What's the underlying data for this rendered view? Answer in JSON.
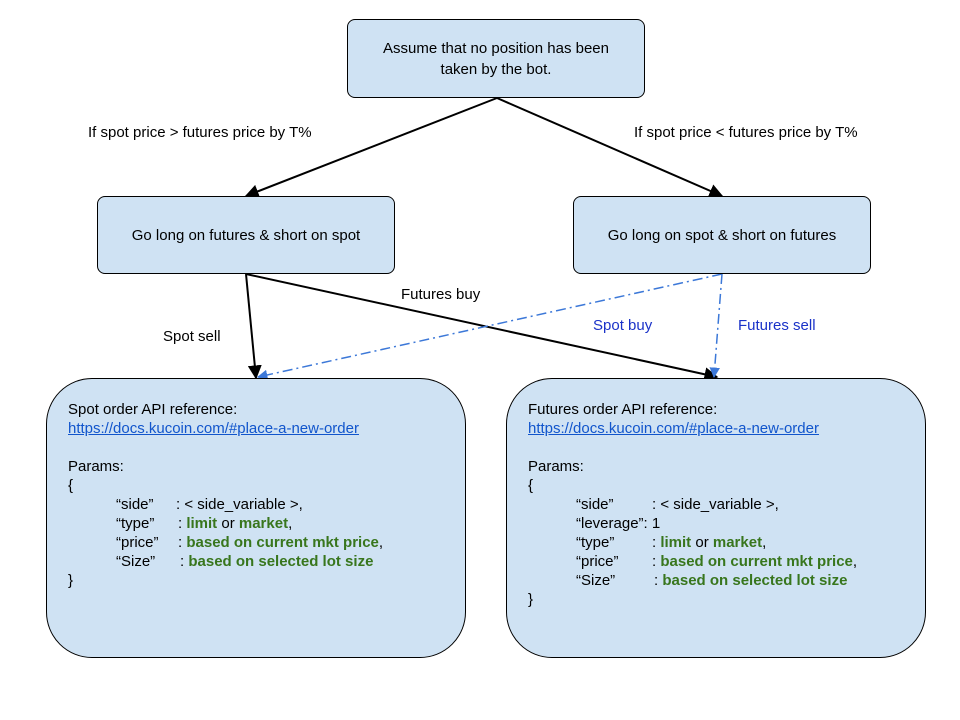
{
  "nodes": {
    "root": "Assume that no position has been taken by the bot.",
    "left": "Go long on futures & short on spot",
    "right": "Go long on spot & short on futures"
  },
  "edge_labels": {
    "root_left": "If spot price > futures price by T%",
    "root_right": "If spot price < futures price by T%",
    "spot_sell": "Spot sell",
    "futures_buy": "Futures buy",
    "spot_buy": "Spot buy",
    "futures_sell": "Futures sell"
  },
  "spot_box": {
    "title": "Spot order API reference:",
    "link": "https://docs.kucoin.com/#place-a-new-order",
    "params_label": "Params:",
    "open_brace": "{",
    "side_key": "“side”",
    "side_sep": ": ",
    "side_val": "< side_variable >,",
    "type_key": "“type”",
    "type_sep": ": ",
    "type_val1": "limit",
    "type_mid": " or ",
    "type_val2": "market",
    "type_end": ",",
    "price_key": "“price”",
    "price_sep": ": ",
    "price_val": "based on current mkt price",
    "price_end": ",",
    "size_key": "“Size”",
    "size_sep": ": ",
    "size_val": "based on selected lot size",
    "close_brace": "}"
  },
  "futures_box": {
    "title": "Futures order API reference:",
    "link": "https://docs.kucoin.com/#place-a-new-order",
    "params_label": "Params:",
    "open_brace": "{",
    "side_key": "“side”",
    "side_sep": ": ",
    "side_val": "< side_variable >,",
    "leverage_key": "“leverage”",
    "leverage_sep": ": ",
    "leverage_val": "1",
    "type_key": "“type”",
    "type_sep": ": ",
    "type_val1": "limit",
    "type_mid": " or ",
    "type_val2": "market",
    "type_end": ",",
    "price_key": "“price”",
    "price_sep": ": ",
    "price_val": "based on current mkt price",
    "price_end": ",",
    "size_key": "“Size”",
    "size_sep": ": ",
    "size_val": "based on selected lot size",
    "close_brace": "}"
  },
  "colors": {
    "box_fill": "#cfe2f3",
    "link": "#1155cc",
    "param_value": "#38761d",
    "dashed_edge": "#3c78d8",
    "blue_label": "#1a32c8"
  }
}
